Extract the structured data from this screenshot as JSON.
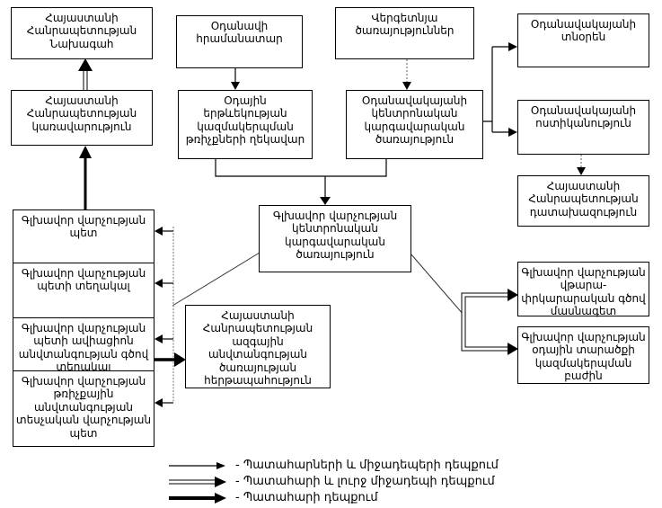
{
  "nodes": {
    "president": {
      "label": "Հայաստանի Հանրապետության Նախագահ"
    },
    "government": {
      "label": "Հայաստանի Հանրապետության կառավարություն"
    },
    "aircraft_commander": {
      "label": "Օդանավի հրամանատար"
    },
    "atm_flights_director": {
      "label": "Օդային երթևեկության կազմակերպման թռիչքների ղեկավար"
    },
    "ground_services": {
      "label": "Վերգետնյա ծառայություններ"
    },
    "airport_central_dispatch": {
      "label": "Օդանավակայանի կենտրոնական կարգավարական ծառայություն"
    },
    "main_dir_central_dispatch": {
      "label": "Գլխավոր վարչության կենտրոնական կարգավարական ծառայություն"
    },
    "airport_director": {
      "label": "Օդանավակայանի տնօրեն"
    },
    "airport_police": {
      "label": "Օդանավակայանի ոստիկանություն"
    },
    "prosecutor": {
      "label": "Հայաստանի Հանրապետության դատախազություն"
    },
    "main_dir_head": {
      "label": "Գլխավոր վարչության պետ"
    },
    "main_dir_deputy": {
      "label": "Գլխավոր վարչության պետի տեղակալ"
    },
    "aviation_security_deputy": {
      "label": "Գլխավոր վարչության պետի ավիացիոն անվտանգության գծով տեղակալ"
    },
    "flight_safety_inspection_head": {
      "label": "Գլխավոր վարչության թռիչքային անվտանգության տեսչական վարչության պետ"
    },
    "nss_duty": {
      "label": "Հայաստանի Հանրապետության ազգային անվտանգության ծառայության հերթապահություն"
    },
    "rescue_specialist": {
      "label": "Գլխավոր վարչության վթարա-փրկարարական գծով մասնագետ"
    },
    "airspace_division": {
      "label": "Գլխավոր վարչության օդային տարածքի կազմակերպման բաժին"
    }
  },
  "legend": {
    "items": [
      {
        "arrow": "thin",
        "label": "- Պատահարների և միջադեպերի դեպքում"
      },
      {
        "arrow": "double",
        "label": "- Պատահարի և լուրջ միջադեպի դեպքում"
      },
      {
        "arrow": "thick",
        "label": "- Պատահարի դեպքում"
      }
    ]
  },
  "colors": {
    "line": "#000000",
    "dashed_line": "#808080",
    "box_border": "#000000",
    "background": "#ffffff"
  }
}
